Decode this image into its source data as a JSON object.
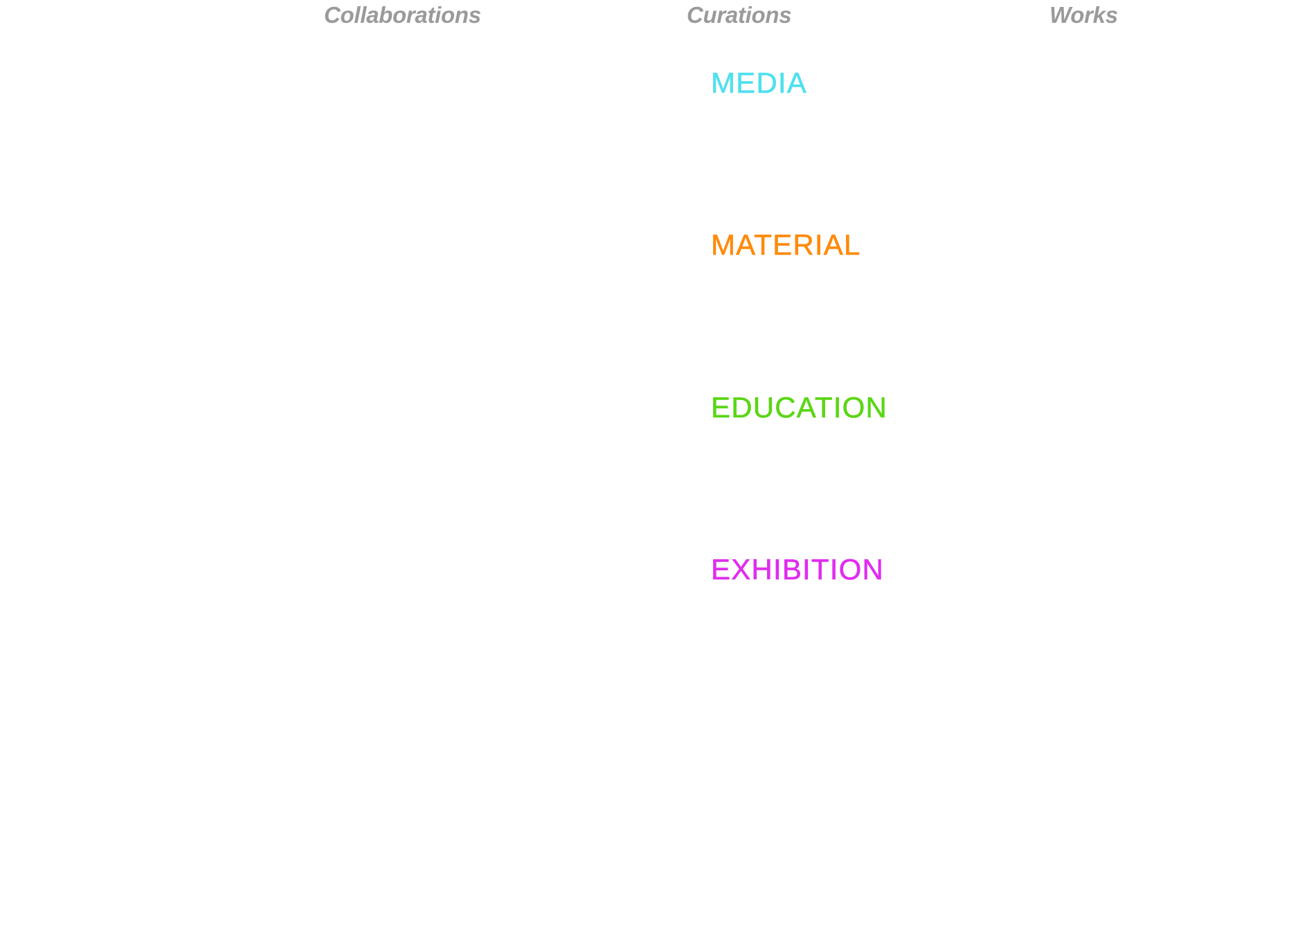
{
  "nav": {
    "items": [
      {
        "label": "Collaborations"
      },
      {
        "label": "Curations"
      },
      {
        "label": "Works"
      }
    ]
  },
  "categories": [
    {
      "label": "MEDIA",
      "color": "#4fe0ee"
    },
    {
      "label": "MATERIAL",
      "color": "#ff8a0a"
    },
    {
      "label": "EDUCATION",
      "color": "#5ad615"
    },
    {
      "label": "EXHIBITION",
      "color": "#e02cf0"
    }
  ]
}
